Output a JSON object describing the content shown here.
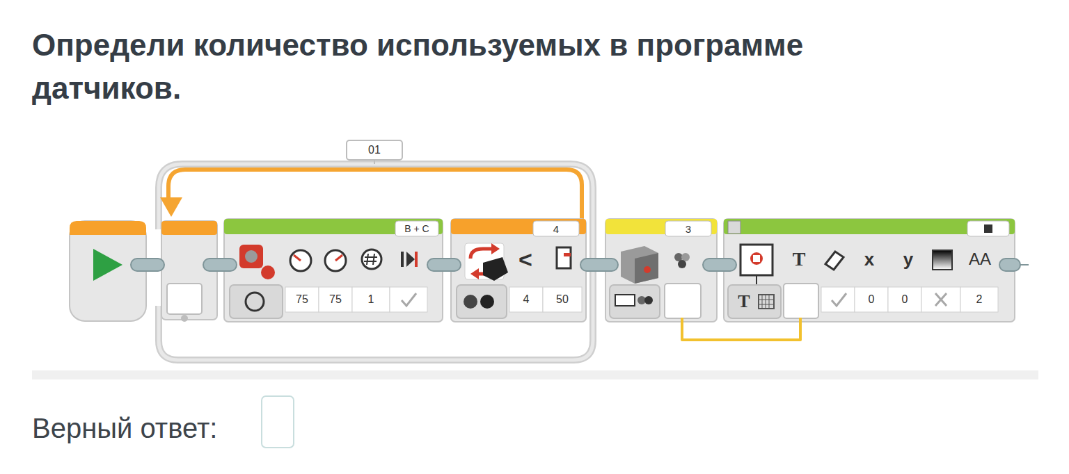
{
  "diagram": {
    "title": "Определи количество используемых в программе датчиков.",
    "nodes": [
      {
        "text": [
          "01"
        ]
      },
      {
        "text": [
          "B + C",
          "75",
          "75",
          "1"
        ],
        "in": 0
      },
      {
        "text": [
          "4",
          "<",
          "4",
          "50"
        ],
        "in": 0
      },
      {
        "text": [
          "3"
        ]
      },
      {
        "text": [
          "T",
          "x",
          "y",
          "AA",
          "T",
          "0",
          "0",
          "2"
        ]
      }
    ],
    "edges": [
      {
        "from": 3,
        "to": 4,
        "arrow": "none"
      }
    ],
    "labels": [
      "Верный ответ:"
    ]
  }
}
